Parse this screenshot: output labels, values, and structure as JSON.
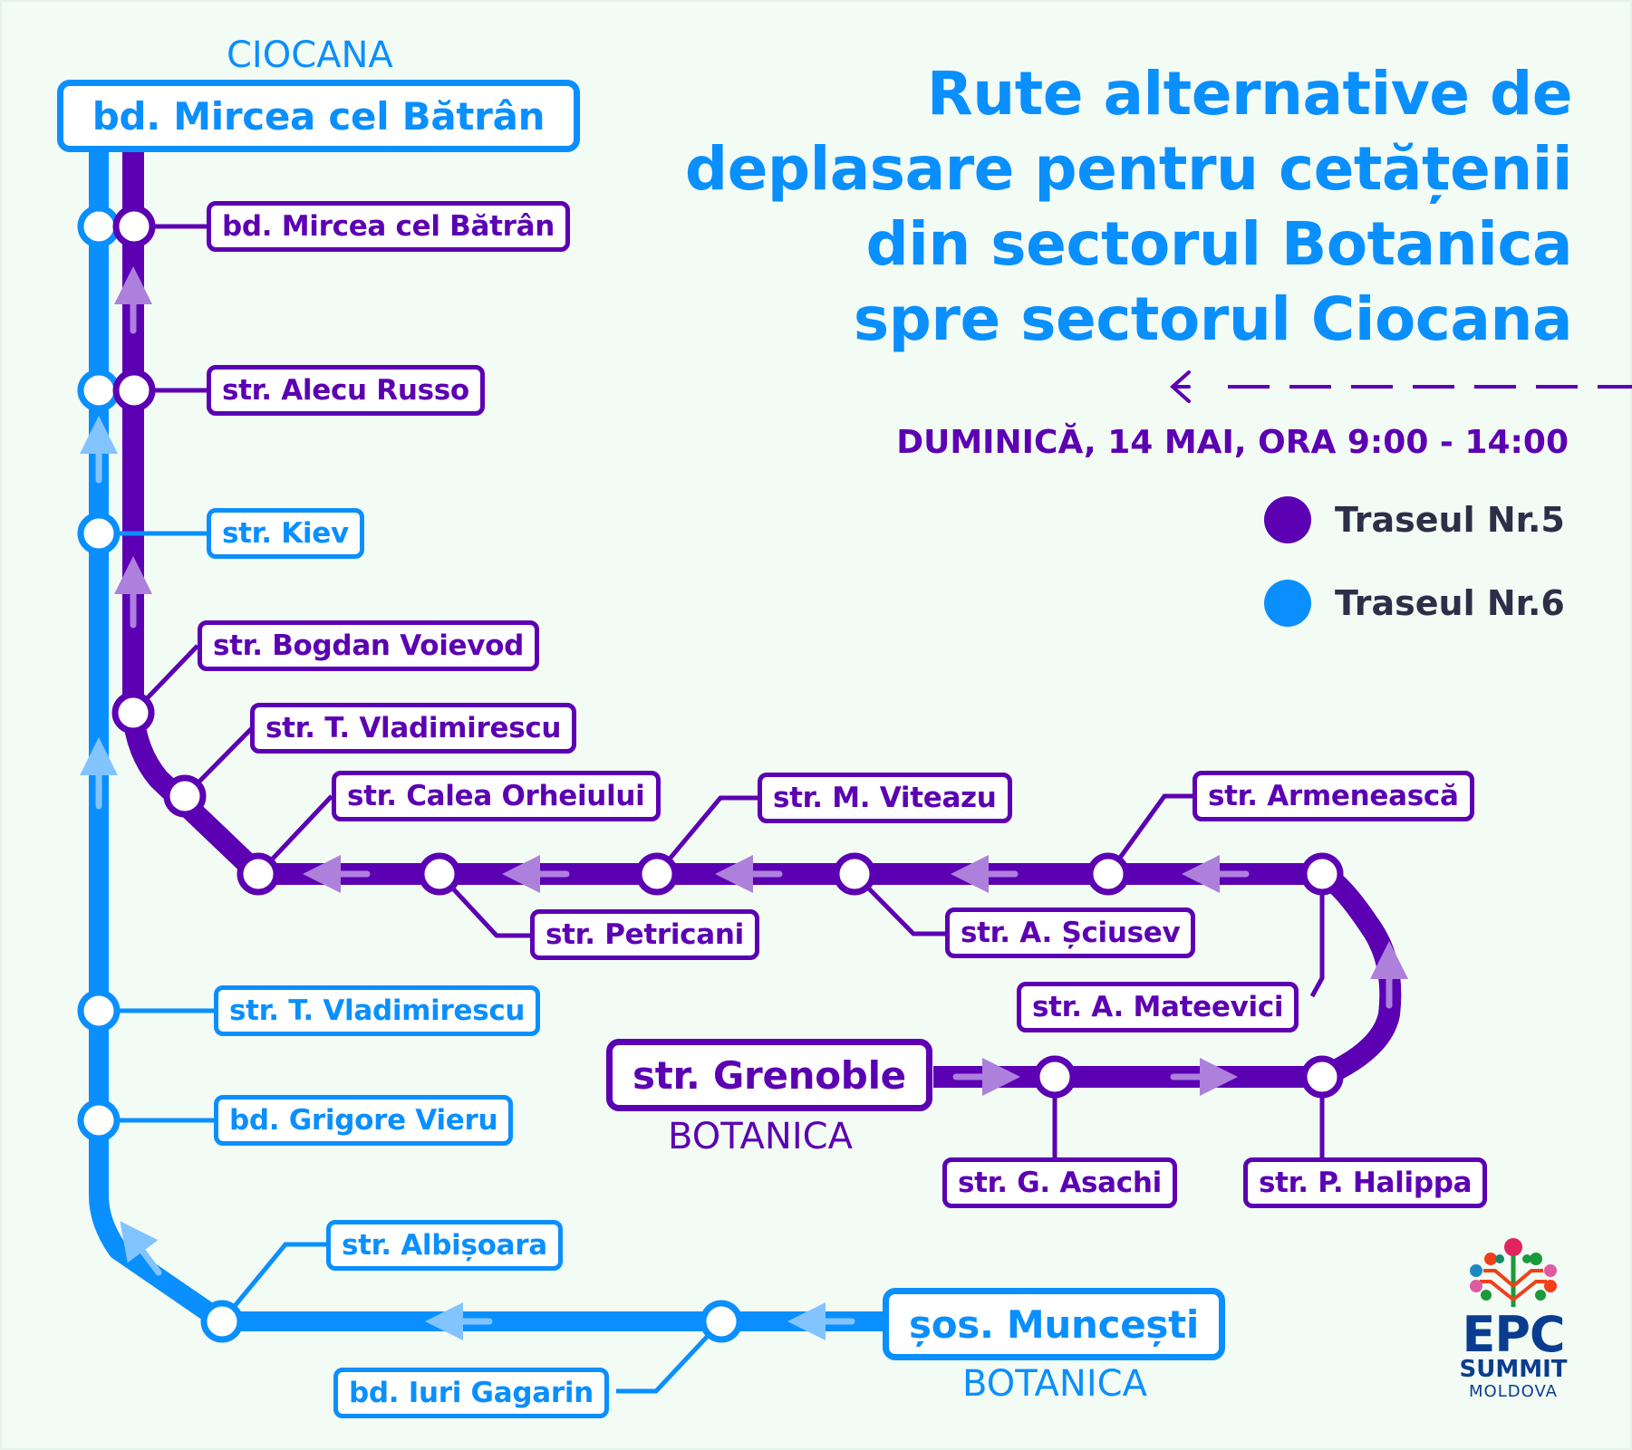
{
  "title": "Rute alternative de deplasare pentru cetățenii din sectorul Botanica spre sectorul Ciocana",
  "title_lines": [
    "Rute alternative de",
    "deplasare pentru cetățenii",
    "din sectorul Botanica",
    "spre sectorul Ciocana"
  ],
  "date_time": "DUMINICĂ, 14 MAI, ORA 9:00 - 14:00",
  "colors": {
    "route5": "#5c00b3",
    "route6": "#0a8fff",
    "background": "#f3fbf5"
  },
  "legend": [
    {
      "label": "Traseul Nr.5",
      "color": "#5c00b3"
    },
    {
      "label": "Traseul Nr.6",
      "color": "#0a8fff"
    }
  ],
  "destination": {
    "sector": "CIOCANA",
    "terminal": "bd. Mircea cel Bătrân"
  },
  "route5": {
    "name": "Traseul Nr.5",
    "start": {
      "terminal": "str. Grenoble",
      "sector": "BOTANICA"
    },
    "stops": [
      "str. G. Asachi",
      "str. P. Halippa",
      "str. A. Mateevici",
      "str. Armenească",
      "str. A. Șciusev",
      "str. M. Viteazu",
      "str. Petricani",
      "str. Calea Orheiului",
      "str. T. Vladimirescu",
      "str. Bogdan Voievod",
      "str. Alecu Russo",
      "bd. Mircea cel Bătrân"
    ]
  },
  "route6": {
    "name": "Traseul Nr.6",
    "start": {
      "terminal": "șos. Muncești",
      "sector": "BOTANICA"
    },
    "stops": [
      "bd. Iuri Gagarin",
      "str. Albișoara",
      "bd. Grigore Vieru",
      "str. T. Vladimirescu",
      "str. Kiev"
    ]
  },
  "logo": {
    "line1": "EPC",
    "line2": "SUMMIT",
    "line3": "MOLDOVA"
  }
}
